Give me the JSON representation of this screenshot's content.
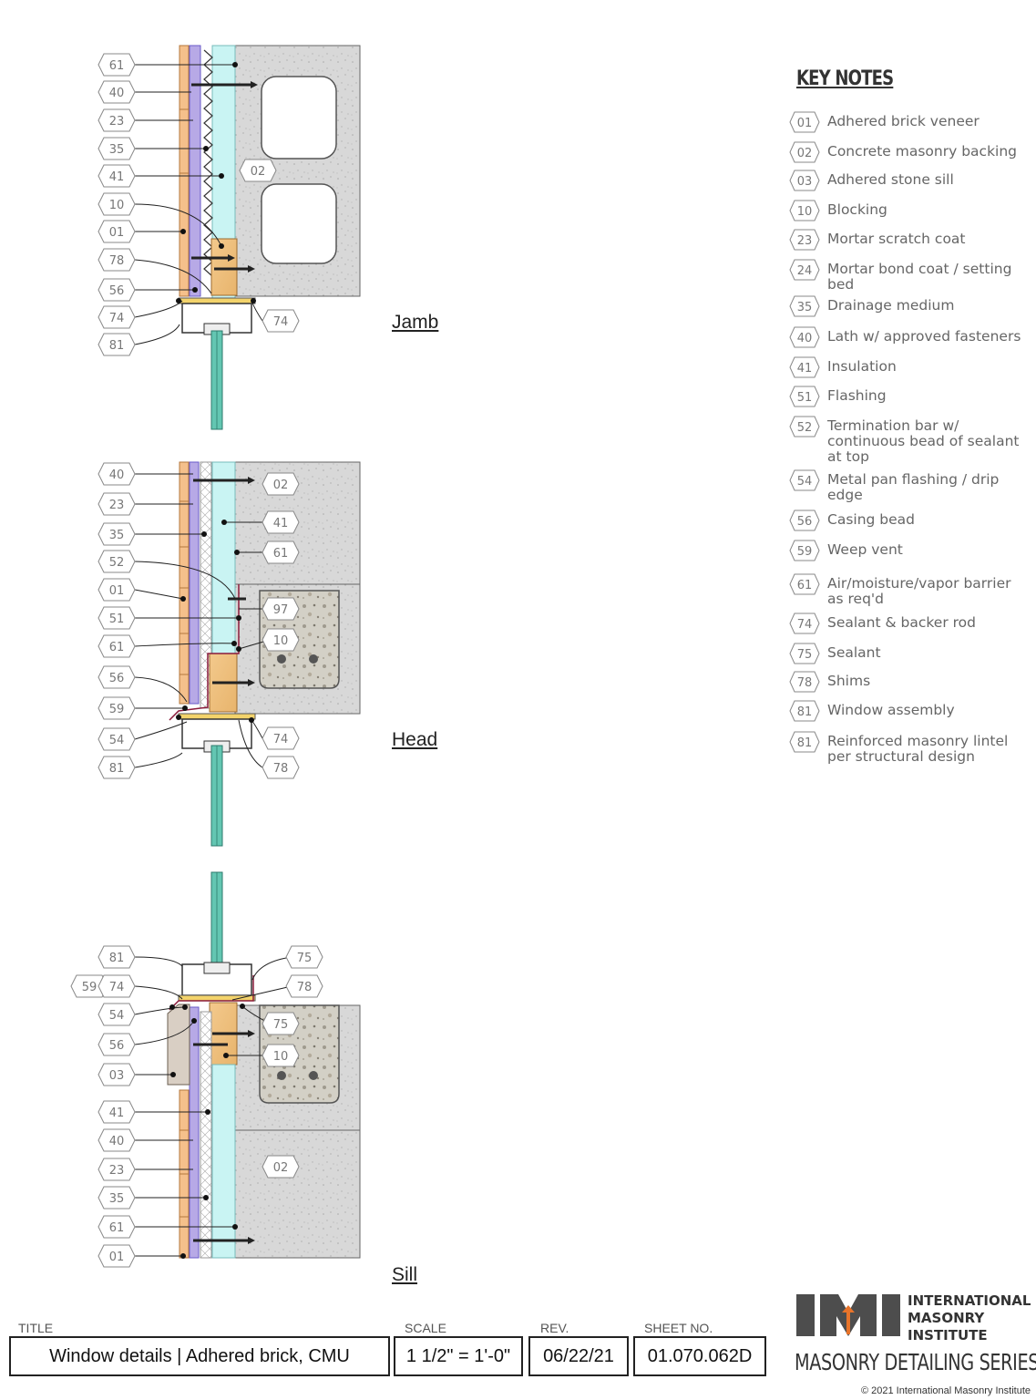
{
  "key_notes": {
    "title": "KEY NOTES",
    "items": [
      {
        "num": "01",
        "text": "Adhered brick veneer"
      },
      {
        "num": "02",
        "text": "Concrete masonry backing"
      },
      {
        "num": "03",
        "text": "Adhered stone sill"
      },
      {
        "num": "10",
        "text": "Blocking"
      },
      {
        "num": "23",
        "text": "Mortar scratch coat"
      },
      {
        "num": "24",
        "text": "Mortar bond coat / setting bed"
      },
      {
        "num": "35",
        "text": "Drainage medium"
      },
      {
        "num": "40",
        "text": "Lath w/ approved fasteners"
      },
      {
        "num": "41",
        "text": "Insulation"
      },
      {
        "num": "51",
        "text": "Flashing"
      },
      {
        "num": "52",
        "text": "Termination bar w/ continuous bead of sealant at top"
      },
      {
        "num": "54",
        "text": "Metal pan flashing / drip edge"
      },
      {
        "num": "56",
        "text": "Casing bead"
      },
      {
        "num": "59",
        "text": "Weep vent"
      },
      {
        "num": "61",
        "text": "Air/moisture/vapor barrier as req'd"
      },
      {
        "num": "74",
        "text": "Sealant & backer rod"
      },
      {
        "num": "75",
        "text": "Sealant"
      },
      {
        "num": "78",
        "text": "Shims"
      },
      {
        "num": "81",
        "text": "Window assembly"
      },
      {
        "num": "81",
        "text": "Reinforced masonry lintel per structural design"
      }
    ]
  },
  "details": {
    "jamb": {
      "label": "Jamb",
      "left_tags": [
        "61",
        "40",
        "23",
        "35",
        "41",
        "10",
        "01",
        "78",
        "56",
        "74",
        "81"
      ],
      "right_tags": [
        "74"
      ],
      "inner_tags": [
        "02"
      ]
    },
    "head": {
      "label": "Head",
      "left_tags": [
        "40",
        "23",
        "35",
        "52",
        "01",
        "51",
        "61",
        "56",
        "59",
        "54",
        "81"
      ],
      "right_tags": [
        "74",
        "78"
      ],
      "inner_tags": [
        "02",
        "41",
        "61",
        "97",
        "10"
      ]
    },
    "sill": {
      "label": "Sill",
      "left_tags": [
        "81",
        "59",
        "74",
        "54",
        "56",
        "03",
        "41",
        "40",
        "23",
        "35",
        "61",
        "01"
      ],
      "right_tags": [
        "75",
        "78"
      ],
      "inner_tags": [
        "75",
        "10",
        "02"
      ]
    }
  },
  "title_block": {
    "title_label": "TITLE",
    "title": "Window details | Adhered brick, CMU",
    "scale_label": "SCALE",
    "scale": "1 1/2\" = 1'-0\"",
    "rev_label": "REV.",
    "rev": "06/22/21",
    "sheet_label": "SHEET NO.",
    "sheet": "01.070.062D"
  },
  "logo": {
    "mark": "IMI",
    "org_line1": "INTERNATIONAL",
    "org_line2": "MASONRY",
    "org_line3": "INSTITUTE",
    "series": "MASONRY DETAILING SERIES"
  },
  "copyright": "© 2021 International Masonry Institute",
  "colors": {
    "brick": "#f5c08b",
    "lath": "#b7a9e6",
    "insulation": "#c9f4f3",
    "concrete": "#d6d6d6",
    "blocking": "#f0c27f",
    "glass": "#63c6b2",
    "logo_gray": "#4d4d4d",
    "logo_orange": "#e8742a"
  }
}
